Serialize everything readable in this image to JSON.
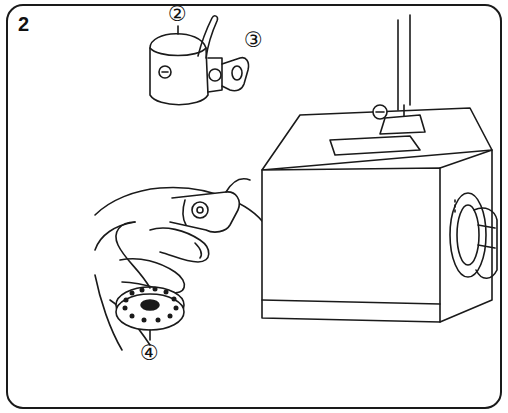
{
  "diagram": {
    "labels": [
      "2",
      "②",
      "③",
      "④"
    ]
  }
}
